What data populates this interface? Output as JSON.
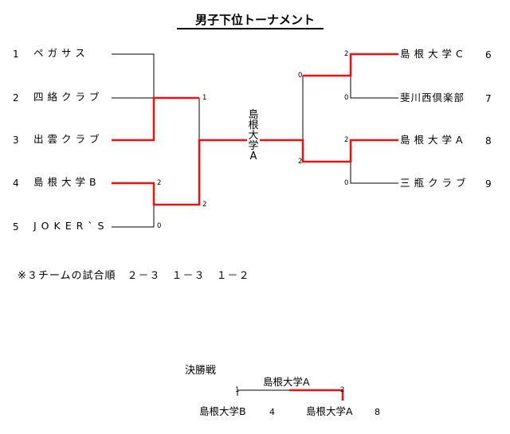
{
  "title": "男子下位トーナメント",
  "left_teams": [
    {
      "num": "1",
      "name": "ペガサス"
    },
    {
      "num": "2",
      "name": "四絡クラブ"
    },
    {
      "num": "3",
      "name": "出雲クラブ"
    },
    {
      "num": "4",
      "name": "島根大学B"
    },
    {
      "num": "5",
      "name": "JOKER`S"
    }
  ],
  "right_teams": [
    {
      "num": "6",
      "name": "島根大学C"
    },
    {
      "num": "7",
      "name": "斐川西倶楽部"
    },
    {
      "num": "8",
      "name": "島根大学A"
    },
    {
      "num": "9",
      "name": "三瓶クラブ"
    }
  ],
  "center_winner": "島根大学A",
  "scores": {
    "left_top_round": "1",
    "left_sf_b": "2",
    "left_sf_bottom": "2",
    "left_sf_joker": "0",
    "right_top_round": "0",
    "right_semi": "2",
    "right_c": "2",
    "right_hikawa": "0",
    "right_a": "2",
    "right_sanbe": "0"
  },
  "note": "※３チームの試合順　２－３　１－３　１－２",
  "final": {
    "label": "決勝戦",
    "winner": "島根大学A",
    "left_name": "島根大学B",
    "left_num": "4",
    "left_score": "1",
    "right_name": "島根大学A",
    "right_num": "8",
    "right_score": "2"
  },
  "colors": {
    "win": "#ee1111",
    "line": "#000000"
  }
}
